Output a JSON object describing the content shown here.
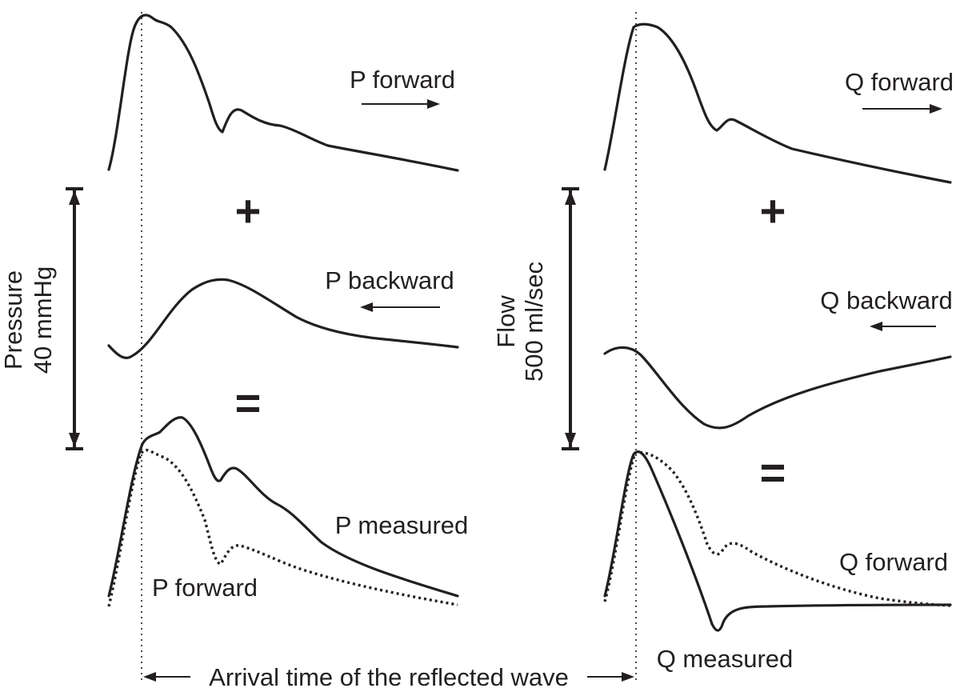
{
  "pressure_panel": {
    "scale_label_line1": "Pressure",
    "scale_label_line2": "40 mmHg",
    "forward_label": "P forward",
    "plus_sign": "+",
    "backward_label": "P backward",
    "equals_sign": "=",
    "measured_label": "P measured",
    "measured_forward_label": "P forward"
  },
  "flow_panel": {
    "scale_label_line1": "Flow",
    "scale_label_line2": "500 ml/sec",
    "forward_label": "Q forward",
    "plus_sign": "+",
    "backward_label": "Q backward",
    "equals_sign": "=",
    "measured_forward_label": "Q forward",
    "measured_label": "Q measured"
  },
  "arrival_time_label": "Arrival time of the reflected wave",
  "colors": {
    "ink": "#231f20",
    "background": "#ffffff"
  }
}
